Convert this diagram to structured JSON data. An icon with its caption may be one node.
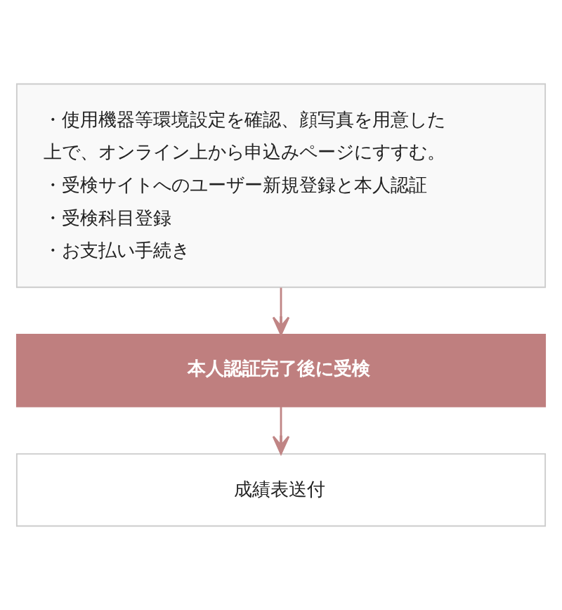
{
  "diagram": {
    "nodes": [
      {
        "text": [
          "・使用機器等環境設定を確認、顔写真を用意した上で、オンライン上から申込みページにすすむ。",
          "・受検サイトへのユーザー新規登録と本人認証",
          "・受検科目登録",
          "・お支払い手続き"
        ]
      },
      {
        "text": [
          "本人認証完了後に受検"
        ]
      },
      {
        "text": [
          "成績表送付"
        ]
      }
    ],
    "edges": [
      {
        "from": 0,
        "to": 1,
        "arrow": "to"
      },
      {
        "from": 1,
        "to": 2,
        "arrow": "to"
      }
    ]
  }
}
